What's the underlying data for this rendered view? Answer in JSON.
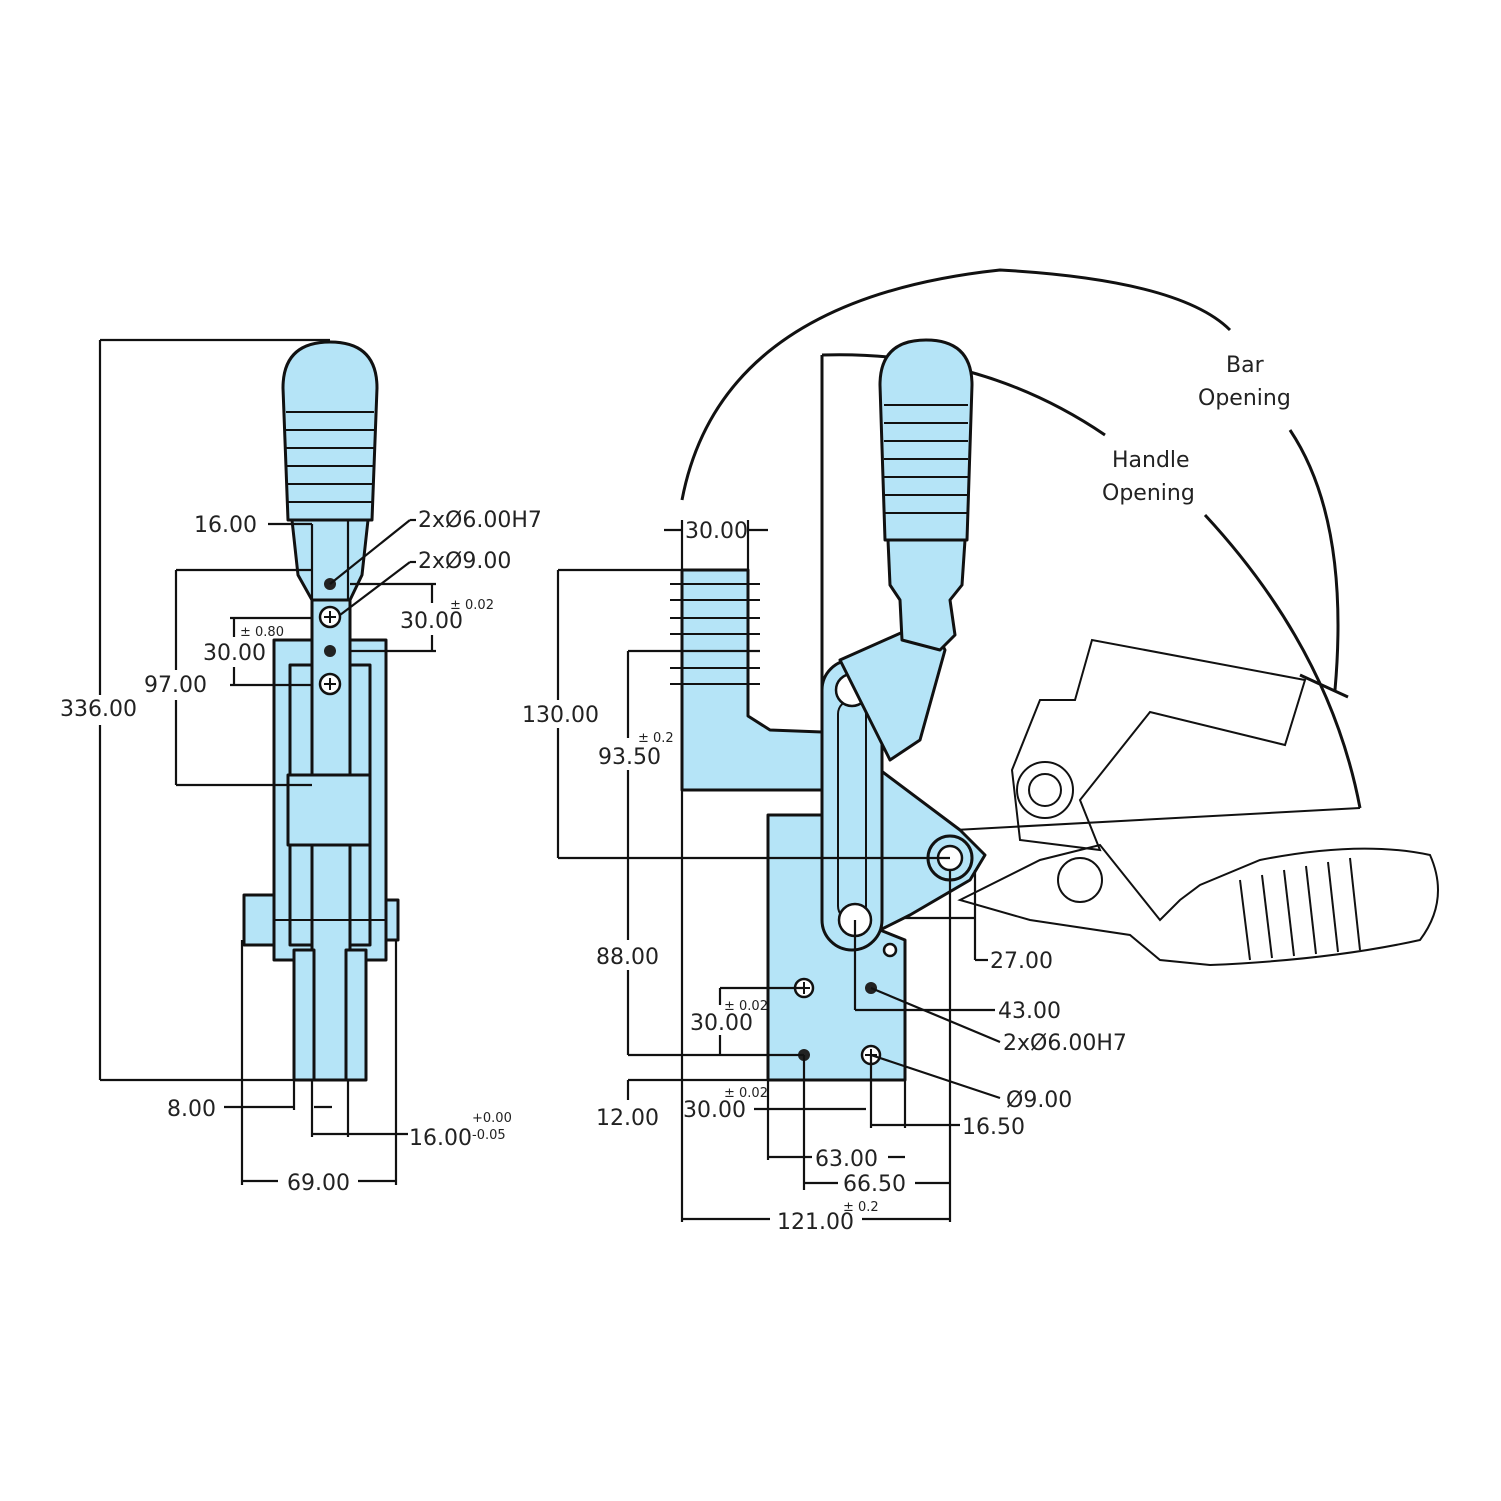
{
  "colors": {
    "part_fill": "#b5e4f7",
    "line": "#111111",
    "background": "#ffffff"
  },
  "front_view": {
    "dim_16": "16.00",
    "callout_pin": "2xØ6.00H7",
    "callout_hole": "2xØ9.00",
    "dim_30_right": "30.00",
    "tol_002": "± 0.02",
    "tol_080": "± 0.80",
    "dim_30_left": "30.00",
    "dim_97": "97.00",
    "dim_336": "336.00",
    "dim_8": "8.00",
    "dim_16_bottom": "16.00",
    "tol_plus": "+0.00",
    "tol_minus": "-0.05",
    "dim_69": "69.00"
  },
  "side_view": {
    "bar_opening_line1": "Bar",
    "bar_opening_line2": "Opening",
    "handle_opening_line1": "Handle",
    "handle_opening_line2": "Opening",
    "dim_30_top": "30.00",
    "dim_130": "130.00",
    "dim_9350": "93.50",
    "tol_02": "± 0.2",
    "dim_88": "88.00",
    "dim_30_base": "30.00",
    "tol_002": "± 0.02",
    "dim_12": "12.00",
    "dim_30_bottom": "30.00",
    "tol_002b": "± 0.02",
    "dim_63": "63.00",
    "dim_6650": "66.50",
    "dim_121": "121.00",
    "tol_02b": "± 0.2",
    "dim_27": "27.00",
    "dim_43": "43.00",
    "callout_pin": "2xØ6.00H7",
    "callout_hole": "Ø9.00",
    "dim_1650": "16.50"
  }
}
